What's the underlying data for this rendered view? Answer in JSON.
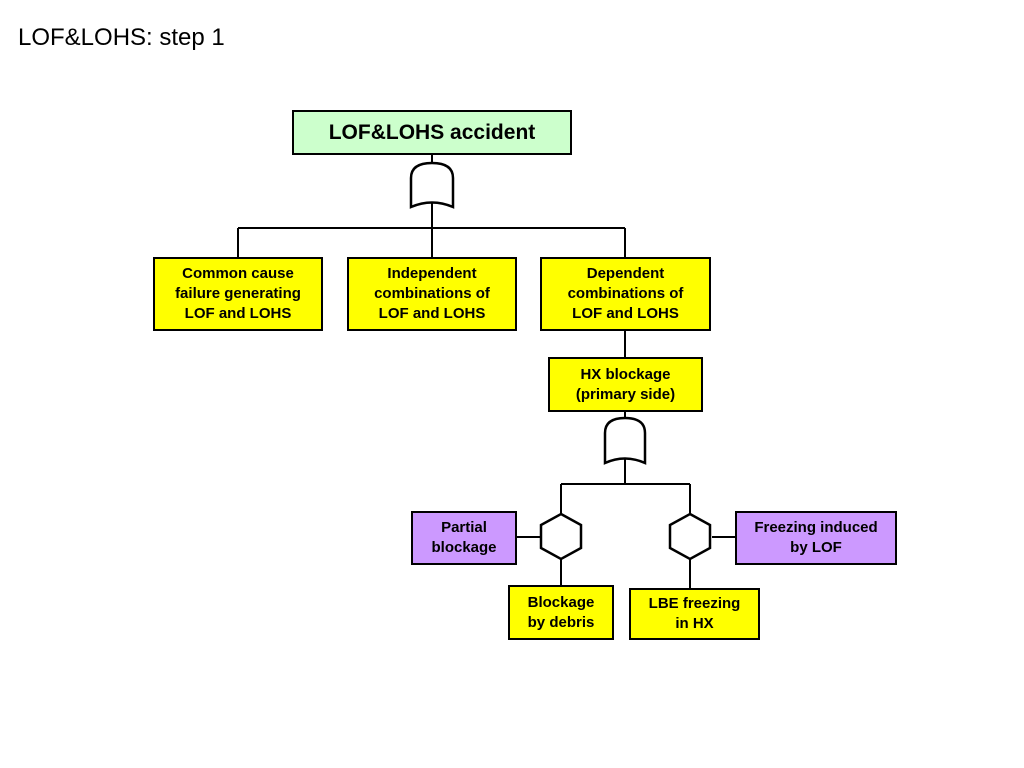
{
  "title": "LOF&LOHS: step 1",
  "top_event": "LOF&LOHS accident",
  "events": {
    "common_cause": "Common cause\nfailure generating\nLOF and LOHS",
    "independent": "Independent\ncombinations of\nLOF and LOHS",
    "dependent": "Dependent\ncombinations of\nLOF and LOHS",
    "hx_blockage": "HX blockage\n(primary side)",
    "partial_blockage": "Partial\nblockage",
    "blockage_debris": "Blockage\nby debris",
    "freezing_lof": "Freezing induced\nby LOF",
    "lbe_freezing": "LBE freezing\nin HX"
  },
  "gates": {
    "top": "or-gate-icon",
    "hx": "or-gate-icon",
    "left_inhibit": "inhibit-gate-icon",
    "right_inhibit": "inhibit-gate-icon"
  },
  "colors": {
    "top_event": "#ccffcc",
    "basic_event": "#ffff00",
    "condition": "#cc99ff"
  }
}
